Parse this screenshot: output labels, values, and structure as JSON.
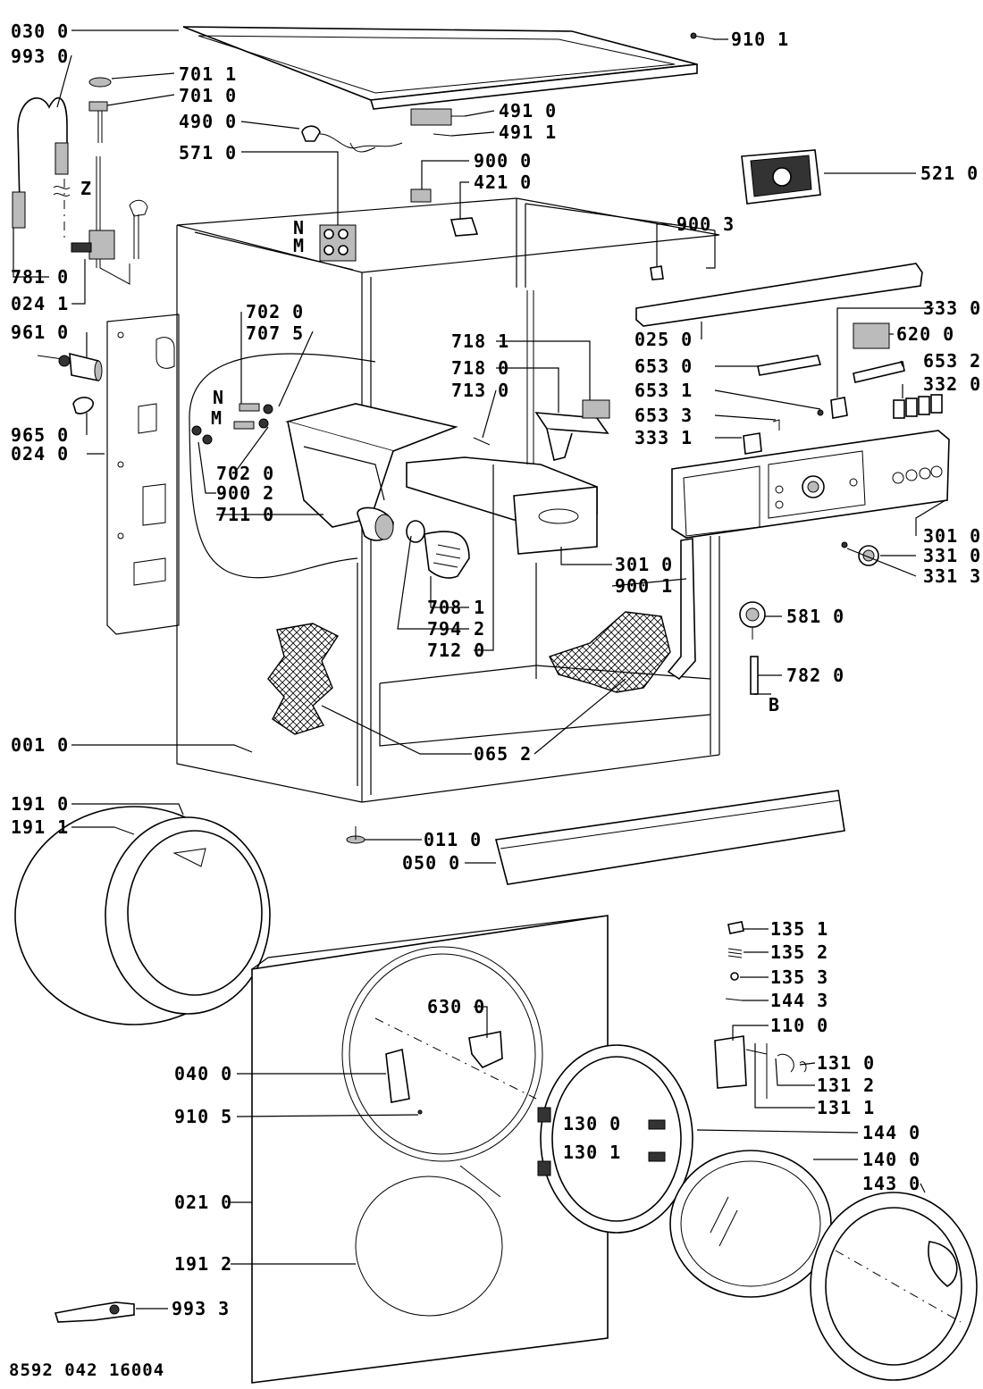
{
  "callouts": [
    {
      "id": "c030-0",
      "text": "030 0"
    },
    {
      "id": "c993-0",
      "text": "993 0"
    },
    {
      "id": "c701-1",
      "text": "701 1"
    },
    {
      "id": "c701-0",
      "text": "701 0"
    },
    {
      "id": "c490-0",
      "text": "490 0"
    },
    {
      "id": "c571-0",
      "text": "571 0"
    },
    {
      "id": "c910-1",
      "text": "910 1"
    },
    {
      "id": "c491-0",
      "text": "491 0"
    },
    {
      "id": "c491-1",
      "text": "491 1"
    },
    {
      "id": "c900-0",
      "text": "900 0"
    },
    {
      "id": "c421-0",
      "text": "421 0"
    },
    {
      "id": "c521-0",
      "text": "521 0"
    },
    {
      "id": "c900-3",
      "text": "900 3"
    },
    {
      "id": "c781-0",
      "text": "781 0"
    },
    {
      "id": "c024-1",
      "text": "024 1"
    },
    {
      "id": "c961-0",
      "text": "961 0"
    },
    {
      "id": "c702-0a",
      "text": "702 0"
    },
    {
      "id": "c707-5",
      "text": "707 5"
    },
    {
      "id": "c965-0",
      "text": "965 0"
    },
    {
      "id": "c024-0",
      "text": "024 0"
    },
    {
      "id": "c702-0b",
      "text": "702 0"
    },
    {
      "id": "c900-2",
      "text": "900 2"
    },
    {
      "id": "c711-0",
      "text": "711 0"
    },
    {
      "id": "c718-1",
      "text": "718 1"
    },
    {
      "id": "c718-0",
      "text": "718 0"
    },
    {
      "id": "c713-0",
      "text": "713 0"
    },
    {
      "id": "c025-0",
      "text": "025 0"
    },
    {
      "id": "c333-0",
      "text": "333 0"
    },
    {
      "id": "c620-0",
      "text": "620 0"
    },
    {
      "id": "c653-0",
      "text": "653 0"
    },
    {
      "id": "c653-2",
      "text": "653 2"
    },
    {
      "id": "c653-1",
      "text": "653 1"
    },
    {
      "id": "c332-0",
      "text": "332 0"
    },
    {
      "id": "c653-3",
      "text": "653 3"
    },
    {
      "id": "c333-1",
      "text": "333 1"
    },
    {
      "id": "c301-0a",
      "text": "301 0"
    },
    {
      "id": "c331-0",
      "text": "331 0"
    },
    {
      "id": "c331-3",
      "text": "331 3"
    },
    {
      "id": "c301-0b",
      "text": "301 0"
    },
    {
      "id": "c900-1",
      "text": "900 1"
    },
    {
      "id": "c708-1",
      "text": "708 1"
    },
    {
      "id": "c794-2",
      "text": "794 2"
    },
    {
      "id": "c712-0",
      "text": "712 0"
    },
    {
      "id": "c581-0",
      "text": "581 0"
    },
    {
      "id": "c782-0",
      "text": "782 0"
    },
    {
      "id": "c001-0",
      "text": "001 0"
    },
    {
      "id": "c065-2",
      "text": "065 2"
    },
    {
      "id": "c191-0",
      "text": "191 0"
    },
    {
      "id": "c191-1",
      "text": "191 1"
    },
    {
      "id": "c011-0",
      "text": "011 0"
    },
    {
      "id": "c050-0",
      "text": "050 0"
    },
    {
      "id": "c135-1",
      "text": "135 1"
    },
    {
      "id": "c135-2",
      "text": "135 2"
    },
    {
      "id": "c135-3",
      "text": "135 3"
    },
    {
      "id": "c144-3",
      "text": "144 3"
    },
    {
      "id": "c110-0",
      "text": "110 0"
    },
    {
      "id": "c630-0",
      "text": "630 0"
    },
    {
      "id": "c131-0",
      "text": "131 0"
    },
    {
      "id": "c131-2",
      "text": "131 2"
    },
    {
      "id": "c131-1",
      "text": "131 1"
    },
    {
      "id": "c040-0",
      "text": "040 0"
    },
    {
      "id": "c910-5",
      "text": "910 5"
    },
    {
      "id": "c130-0",
      "text": "130 0"
    },
    {
      "id": "c130-1",
      "text": "130 1"
    },
    {
      "id": "c144-0",
      "text": "144 0"
    },
    {
      "id": "c140-0",
      "text": "140 0"
    },
    {
      "id": "c143-0",
      "text": "143 0"
    },
    {
      "id": "c021-0",
      "text": "021 0"
    },
    {
      "id": "c191-2",
      "text": "191 2"
    },
    {
      "id": "c993-3",
      "text": "993 3"
    }
  ],
  "markers": {
    "z": "Z",
    "n1": "N",
    "m1": "M",
    "n2": "N",
    "m2": "M",
    "b": "B"
  },
  "drawing_number": "8592 042 16004"
}
